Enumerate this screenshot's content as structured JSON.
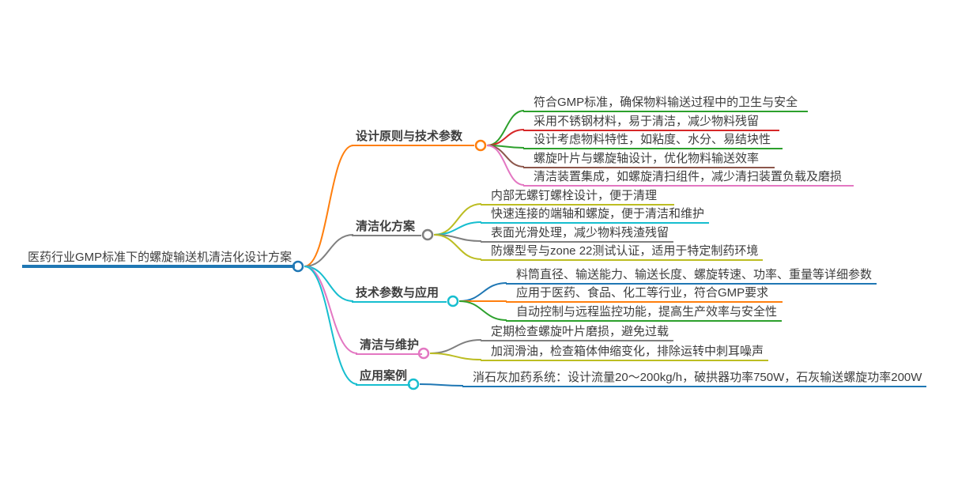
{
  "root": {
    "label": "医药行业GMP标准下的螺旋输送机清洁化设计方案",
    "color": "#1f77b4"
  },
  "branches": [
    {
      "label": "设计原则与技术参数",
      "color": "#ff7f0e",
      "children": [
        {
          "label": "符合GMP标准，确保物料输送过程中的卫生与安全",
          "color": "#2ca02c"
        },
        {
          "label": "采用不锈钢材料，易于清洁，减少物料残留",
          "color": "#d62728"
        },
        {
          "label": "设计考虑物料特性，如粘度、水分、易结块性",
          "color": "#2ca02c"
        },
        {
          "label": "螺旋叶片与螺旋轴设计，优化物料输送效率",
          "color": "#8c564b"
        },
        {
          "label": "清洁装置集成，如螺旋清扫组件，减少清扫装置负载及磨损",
          "color": "#e377c2"
        }
      ]
    },
    {
      "label": "清洁化方案",
      "color": "#7f7f7f",
      "children": [
        {
          "label": "内部无螺钉螺栓设计，便于清理",
          "color": "#bcbd22"
        },
        {
          "label": "快速连接的端轴和螺旋，便于清洁和维护",
          "color": "#17becf"
        },
        {
          "label": "表面光滑处理，减少物料残渣残留",
          "color": "#7f7f7f"
        },
        {
          "label": "防爆型号与zone 22测试认证，适用于特定制药环境",
          "color": "#bcbd22"
        }
      ]
    },
    {
      "label": "技术参数与应用",
      "color": "#17becf",
      "children": [
        {
          "label": "料筒直径、输送能力、输送长度、螺旋转速、功率、重量等详细参数",
          "color": "#1f77b4"
        },
        {
          "label": "应用于医药、食品、化工等行业，符合GMP要求",
          "color": "#ff7f0e"
        },
        {
          "label": "自动控制与远程监控功能，提高生产效率与安全性",
          "color": "#2ca02c"
        }
      ]
    },
    {
      "label": "清洁与维护",
      "color": "#e377c2",
      "children": [
        {
          "label": "定期检查螺旋叶片磨损，避免过载",
          "color": "#7f7f7f"
        },
        {
          "label": "加润滑油，检查箱体伸缩变化，排除运转中刺耳噪声",
          "color": "#bcbd22"
        }
      ]
    },
    {
      "label": "应用案例",
      "color": "#17becf",
      "children": [
        {
          "label": "消石灰加药系统：设计流量20～200kg/h，破拱器功率750W，石灰输送螺旋功率200W",
          "color": "#1f77b4"
        }
      ]
    }
  ]
}
